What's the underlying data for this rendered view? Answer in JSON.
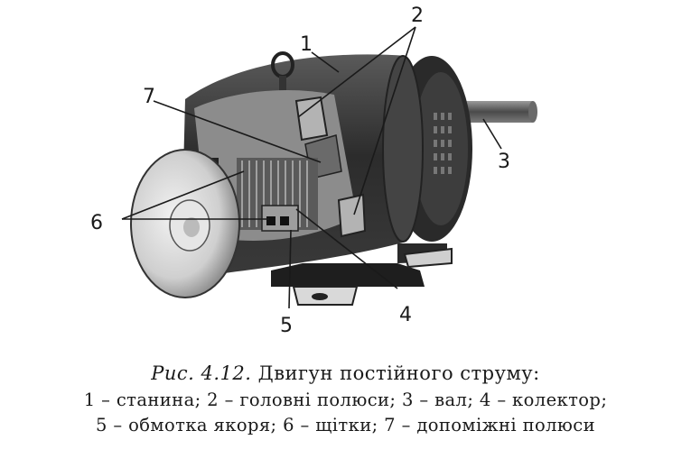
{
  "figure": {
    "callouts": {
      "frame": "1",
      "main_poles": "2",
      "shaft": "3",
      "commutator": "4",
      "armature_winding": "5",
      "brushes": "6",
      "aux_poles": "7"
    }
  },
  "caption": {
    "figure_ref": "Рис. 4.12.",
    "title": "Двигун постійного струму:",
    "legend_line1": "1 – станина; 2 – головні полюси; 3 – вал; 4 – колектор;",
    "legend_line2": "5 – обмотка якоря; 6 – щітки; 7 – допоміжні полюси"
  }
}
